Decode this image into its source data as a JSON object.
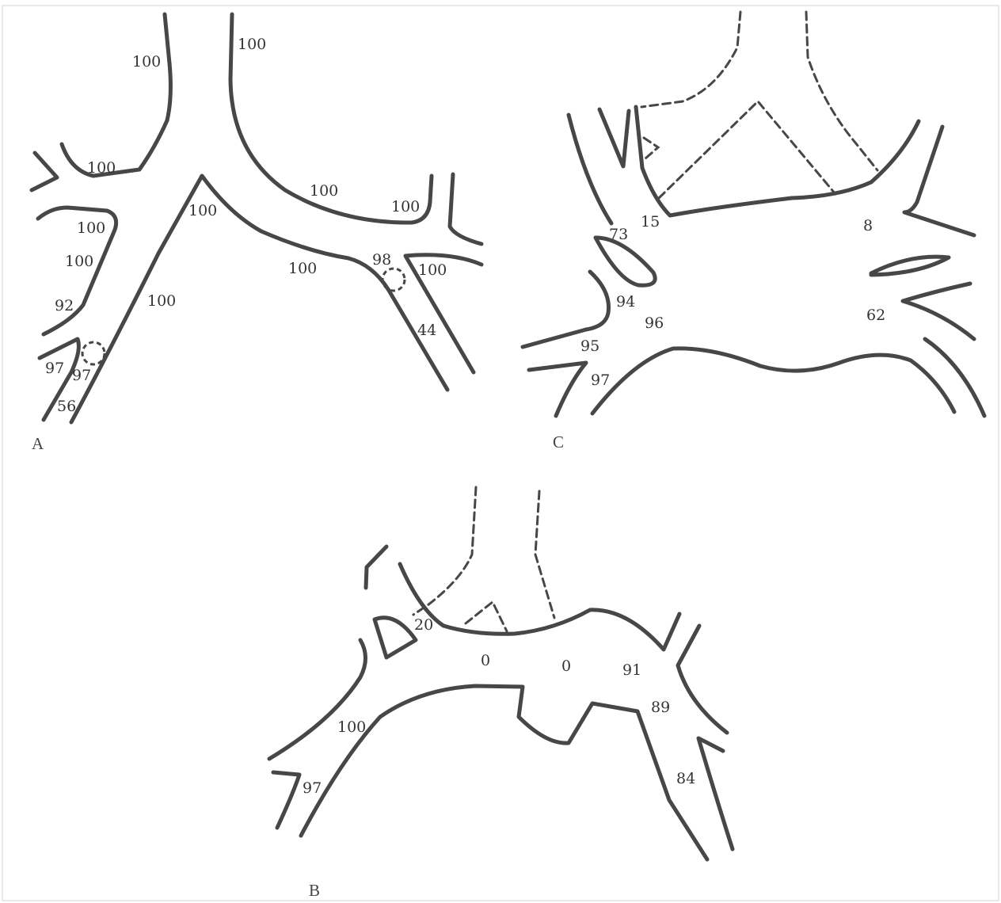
{
  "panel_labels": {
    "a": "A",
    "b": "B",
    "c": "C"
  },
  "panel_a": {
    "values": [
      "100",
      "100",
      "100",
      "100",
      "100",
      "100",
      "100",
      "100",
      "100",
      "100",
      "98",
      "100",
      "92",
      "97",
      "97",
      "56",
      "44"
    ]
  },
  "panel_c": {
    "values": [
      "73",
      "15",
      "8",
      "94",
      "96",
      "62",
      "95",
      "97"
    ]
  },
  "panel_b": {
    "values": [
      "20",
      "0",
      "0",
      "91",
      "89",
      "100",
      "84",
      "97"
    ]
  },
  "colors": {
    "outline": "#474747",
    "text": "#333333"
  }
}
